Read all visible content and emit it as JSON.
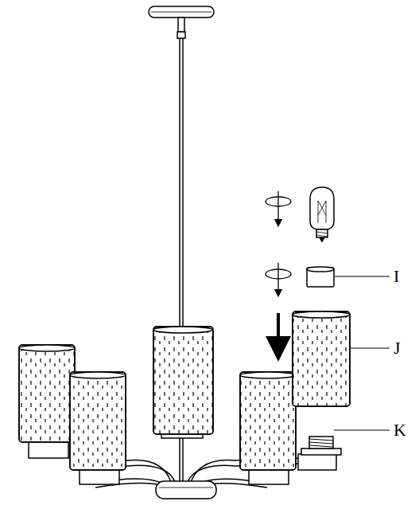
{
  "diagram": {
    "labels": [
      "I",
      "J",
      "K"
    ]
  }
}
